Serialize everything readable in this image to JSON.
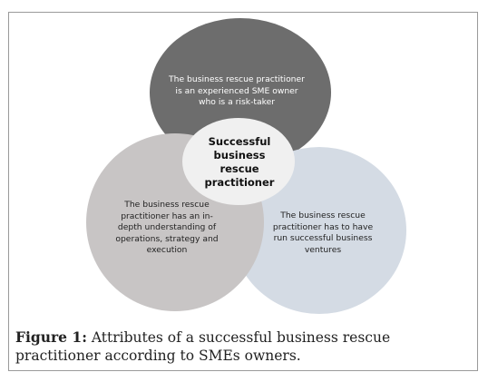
{
  "diagram": {
    "top_circle_text": "The business rescue practitioner\nis an experienced SME owner\nwho is a risk-taker",
    "left_circle_text": "The business rescue\npractitioner has an in-\ndepth understanding of\noperations, strategy and\nexecution",
    "right_circle_text": "The  business rescue\npractitioner has to have\nrun successful business\nventures",
    "center_text": "Successful\nbusiness\nrescue\npractitioner"
  },
  "caption": {
    "label": "Figure 1:",
    "text": " Attributes of a successful business rescue practitioner according to SMEs owners."
  },
  "colors": {
    "top_circle": "#6d6d6d",
    "left_circle": "#c8c5c5",
    "right_circle": "#d4dbe4",
    "center_ellipse": "#f0f0f0",
    "frame_border": "#9a9a9a"
  }
}
